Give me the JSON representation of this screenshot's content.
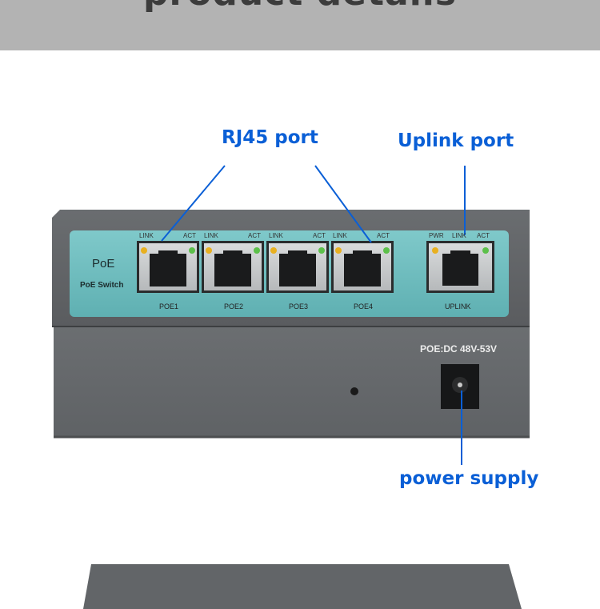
{
  "banner": {
    "title": "product details"
  },
  "callouts": {
    "rj45": "RJ45 port",
    "uplink": "Uplink port",
    "power": "power supply"
  },
  "panel": {
    "brand": "PoE",
    "subtitle": "PoE Switch",
    "ports": [
      {
        "name": "POE1",
        "link": "LINK",
        "act": "ACT"
      },
      {
        "name": "POE2",
        "link": "LINK",
        "act": "ACT"
      },
      {
        "name": "POE3",
        "link": "LINK",
        "act": "ACT"
      },
      {
        "name": "POE4",
        "link": "LINK",
        "act": "ACT"
      }
    ],
    "uplink": {
      "name": "UPLINK",
      "pwr": "PWR",
      "link": "LINK",
      "act": "ACT"
    }
  },
  "rear": {
    "power_label": "POE:DC 48V-53V"
  },
  "colors": {
    "callout": "#0a5fd6",
    "panel_teal": "#6fbfc0",
    "led_amber": "#e8b020",
    "led_green": "#5cc04a"
  }
}
